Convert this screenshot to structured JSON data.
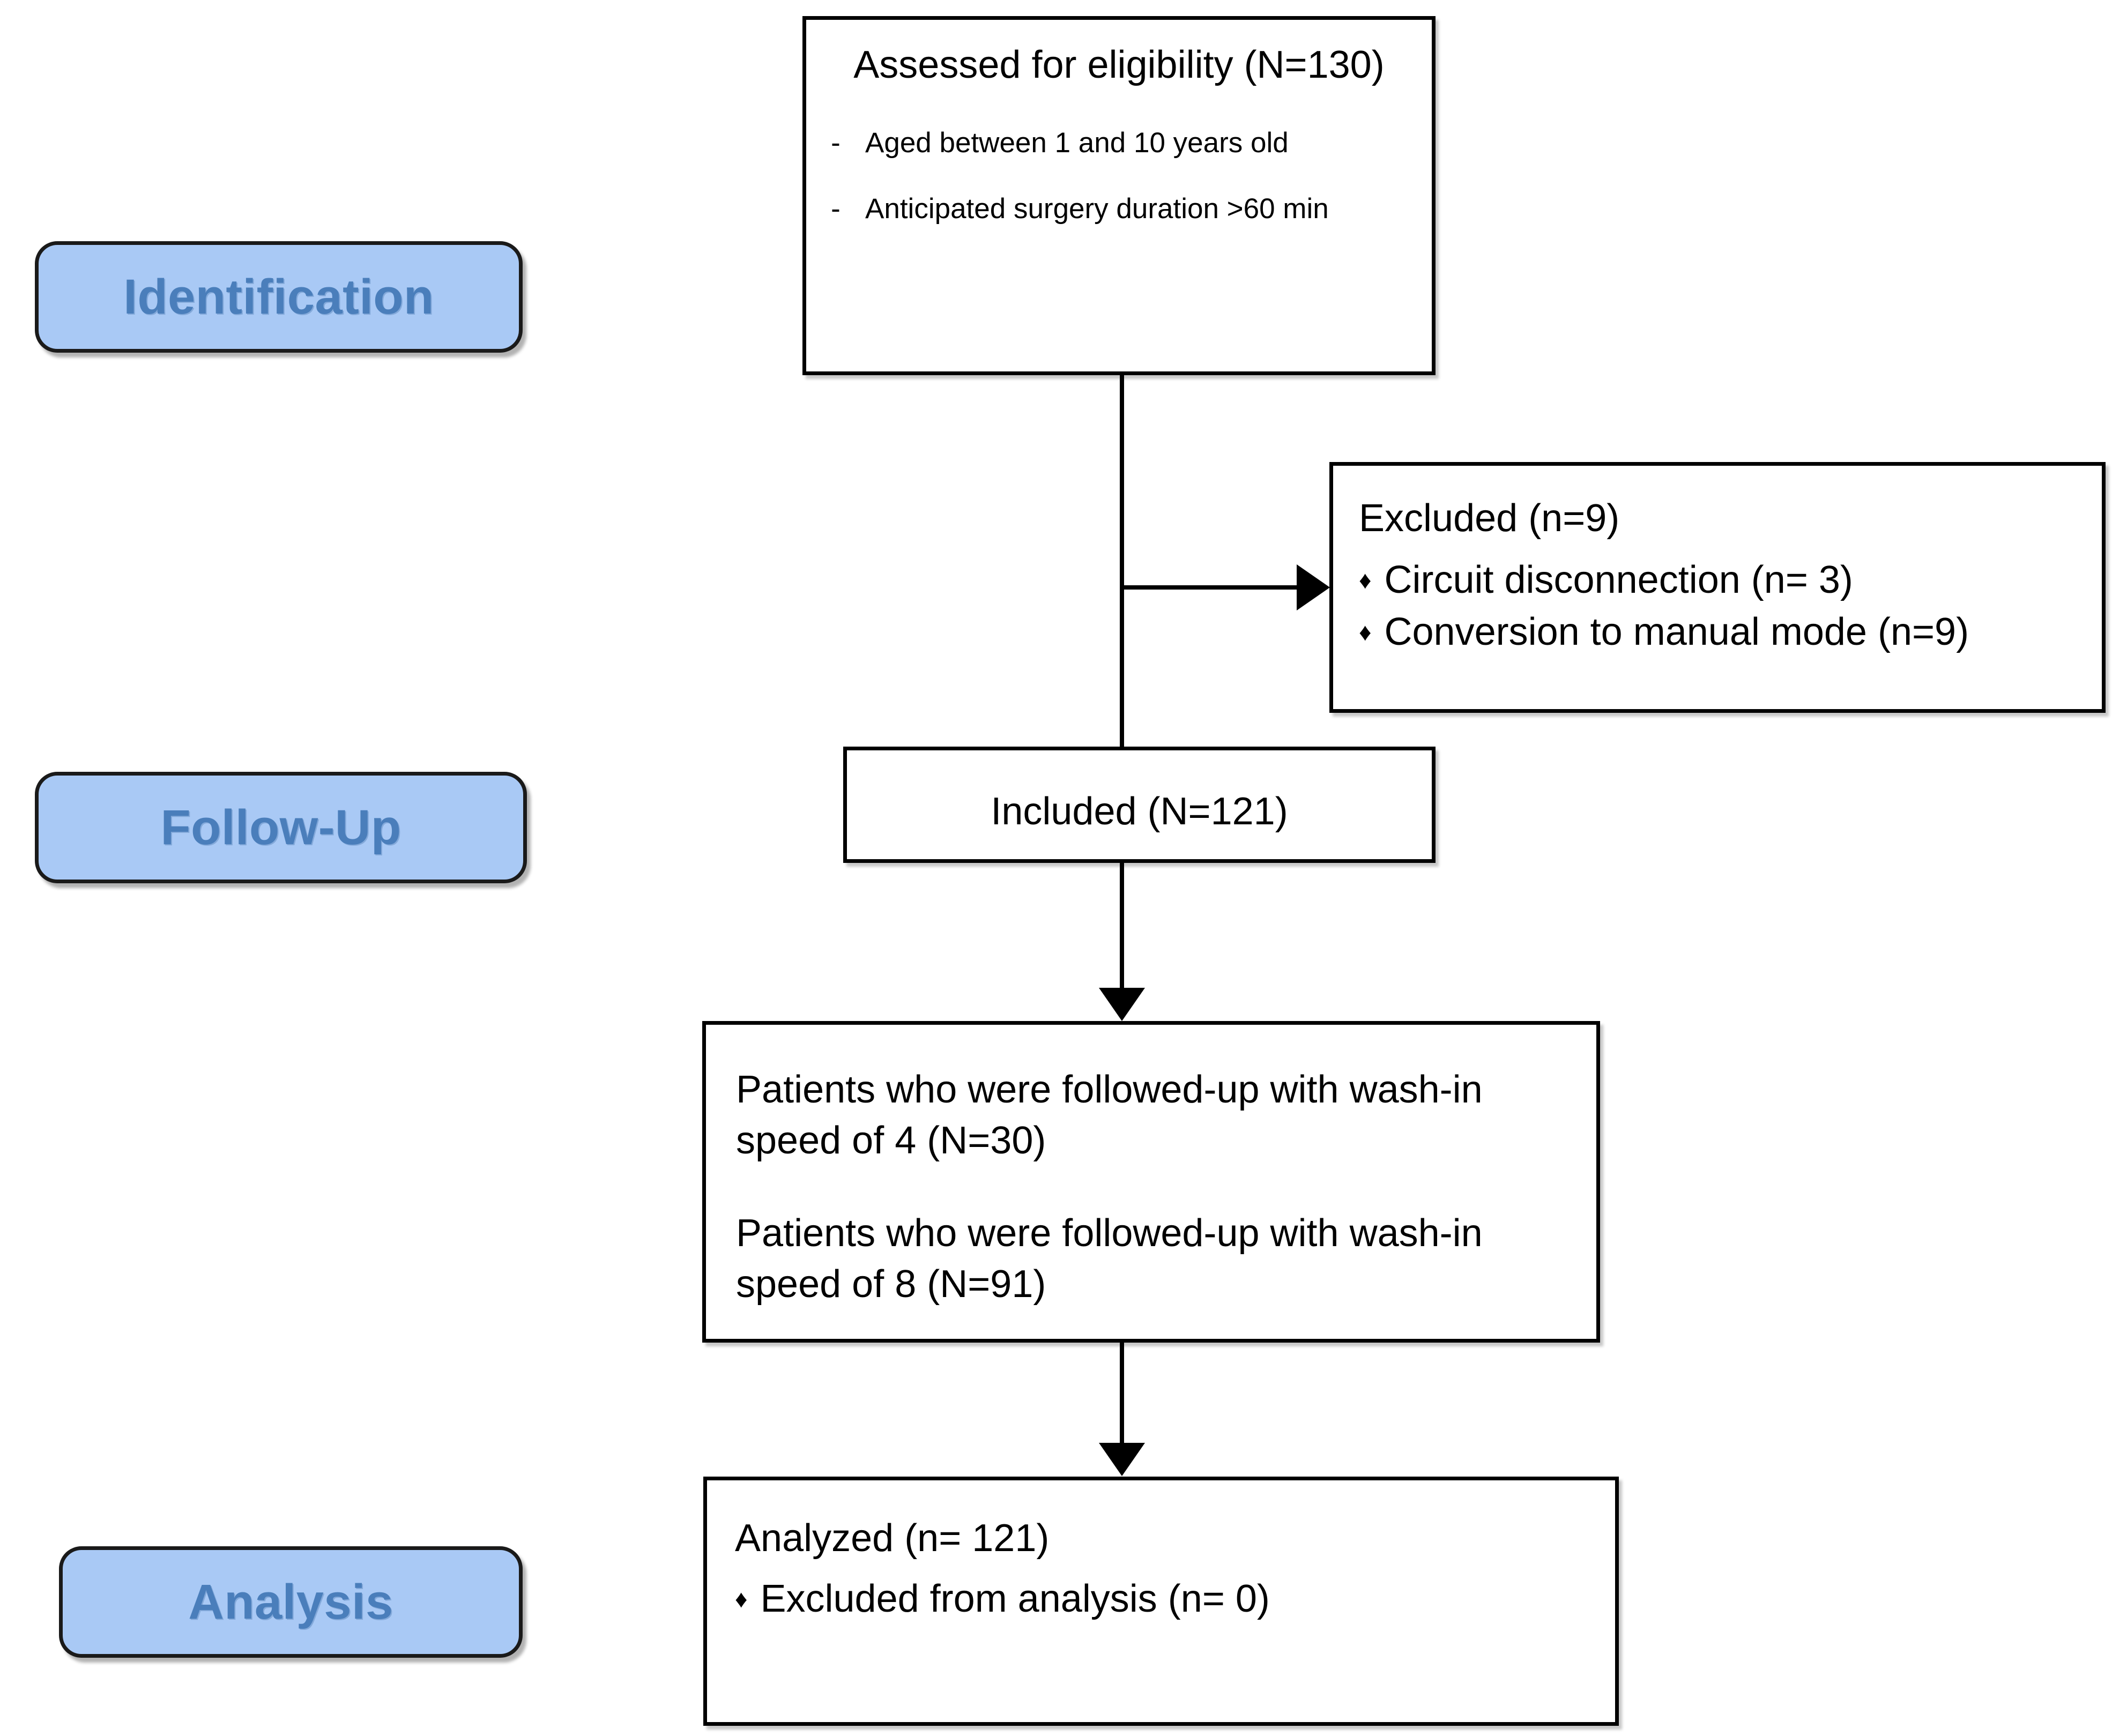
{
  "diagram": {
    "type": "prisma-flow-diagram",
    "colors": {
      "badge_fill": "#a9c9f5",
      "badge_text": "#4a7ebb",
      "badge_border": "#1a1a1a",
      "box_border": "#000000",
      "box_fill": "#ffffff",
      "text": "#000000"
    },
    "stages": [
      {
        "id": "identification",
        "label": "Identification"
      },
      {
        "id": "follow-up",
        "label": "Follow-Up"
      },
      {
        "id": "analysis",
        "label": "Analysis"
      }
    ],
    "boxes": {
      "eligibility": {
        "title": "Assessed for eligibility (N=130)",
        "marker": "-",
        "criteria": [
          "Aged between 1 and 10 years old",
          "Anticipated surgery duration >60 min"
        ]
      },
      "excluded": {
        "title": "Excluded (n=9)",
        "marker": "♦",
        "reasons": [
          "Circuit disconnection (n= 3)",
          "Conversion to manual mode (n=9)"
        ]
      },
      "included": {
        "title": "Included (N=121)"
      },
      "washin": {
        "lines": [
          "Patients who were followed-up with wash-in speed of 4 (N=30)",
          "Patients who were followed-up with wash-in speed of 8 (N=91)"
        ]
      },
      "analyzed": {
        "title": "Analyzed (n= 121)",
        "marker": "♦",
        "notes": [
          "Excluded from analysis (n= 0)"
        ]
      }
    }
  }
}
